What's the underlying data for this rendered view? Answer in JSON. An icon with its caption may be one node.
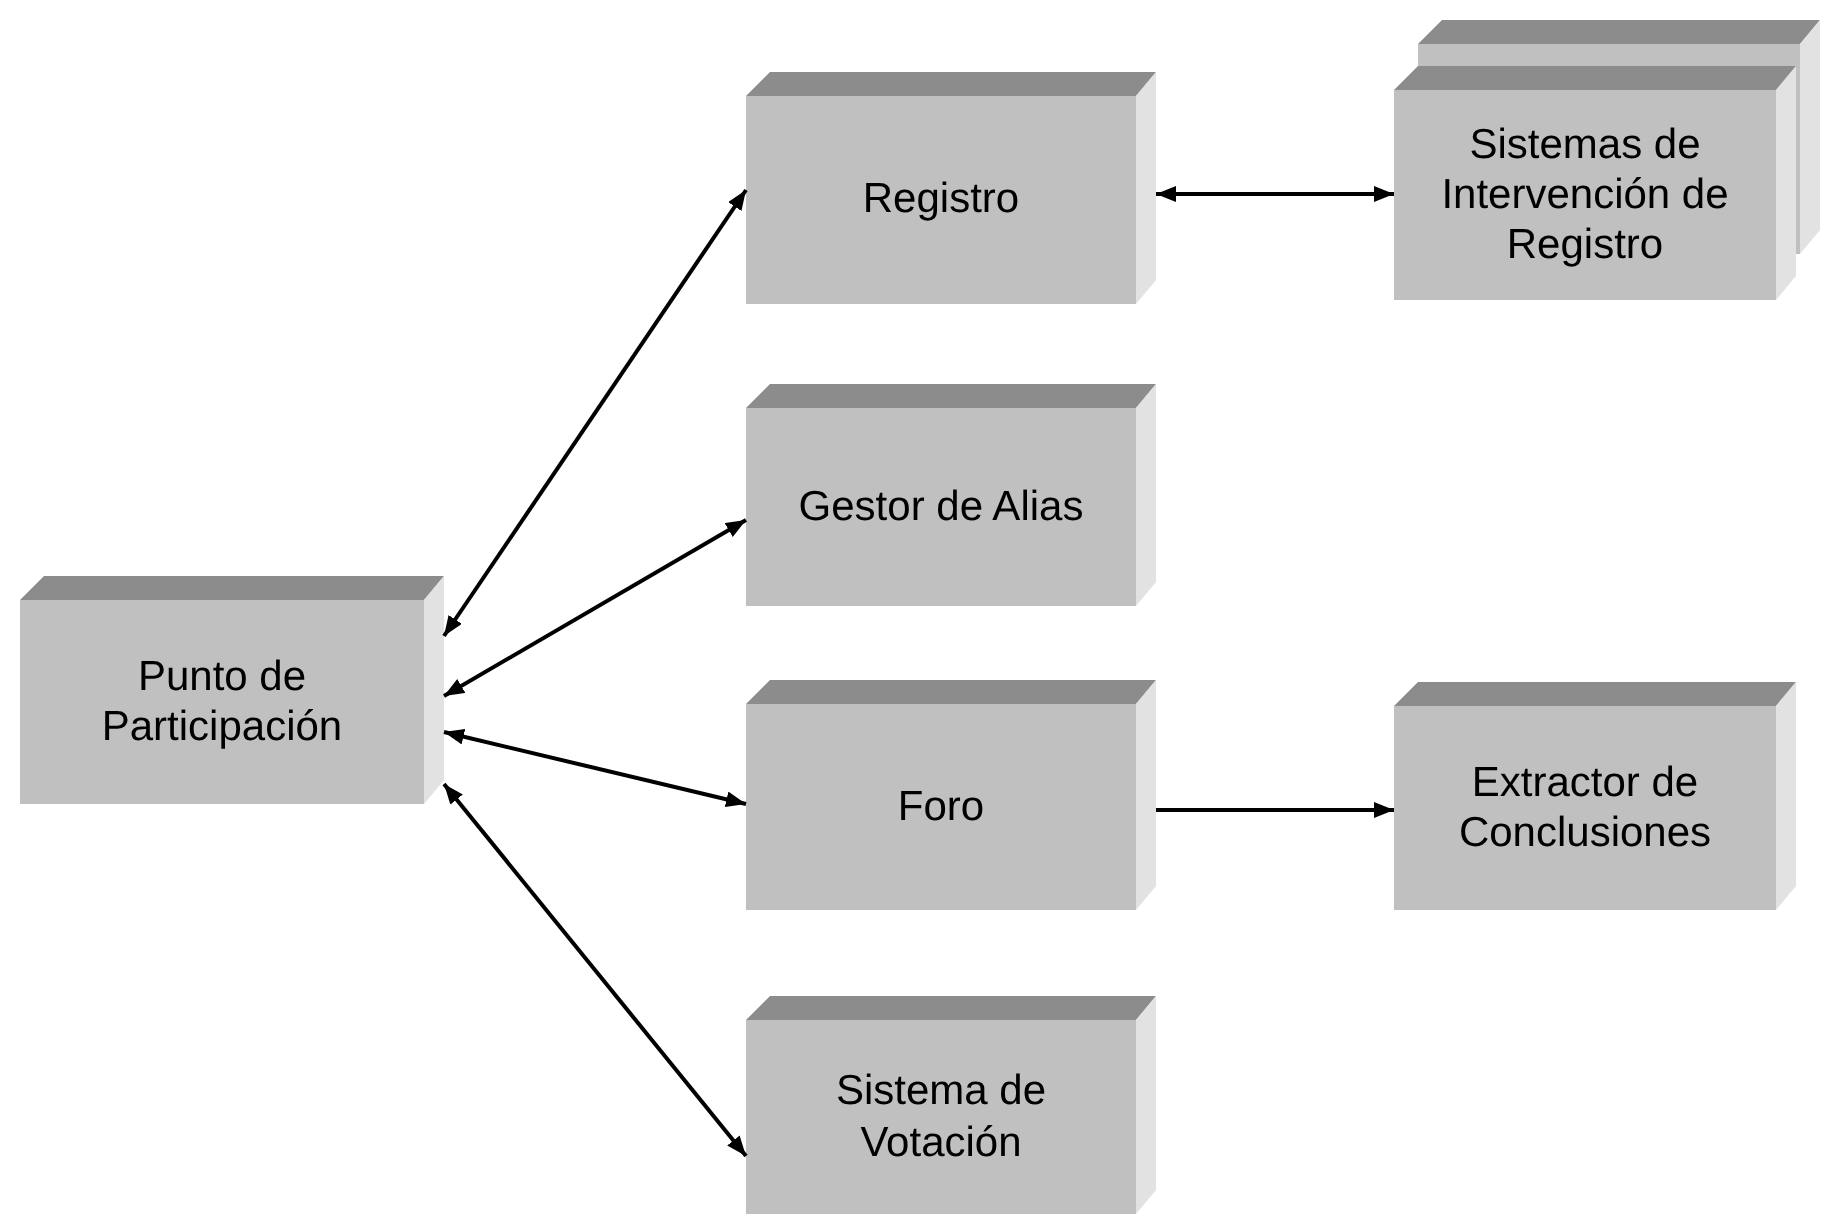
{
  "diagram": {
    "nodes": [
      {
        "text": [
          "Punto de Participación"
        ]
      },
      {
        "text": [
          "Registro"
        ]
      },
      {
        "text": [
          "Sistemas de Intervención de Registro"
        ]
      },
      {
        "text": [
          "Gestor de Alias"
        ]
      },
      {
        "text": [
          "Foro"
        ]
      },
      {
        "text": [
          "Extractor de Conclusiones"
        ]
      },
      {
        "text": [
          "Sistema de Votación"
        ]
      }
    ],
    "edges": [
      {
        "from": 0,
        "to": 1,
        "arrow": "both"
      },
      {
        "from": 0,
        "to": 3,
        "arrow": "both"
      },
      {
        "from": 0,
        "to": 4,
        "arrow": "both"
      },
      {
        "from": 0,
        "to": 6,
        "arrow": "both"
      },
      {
        "from": 1,
        "to": 2,
        "arrow": "both"
      },
      {
        "from": 4,
        "to": 5,
        "arrow": "to"
      }
    ]
  }
}
